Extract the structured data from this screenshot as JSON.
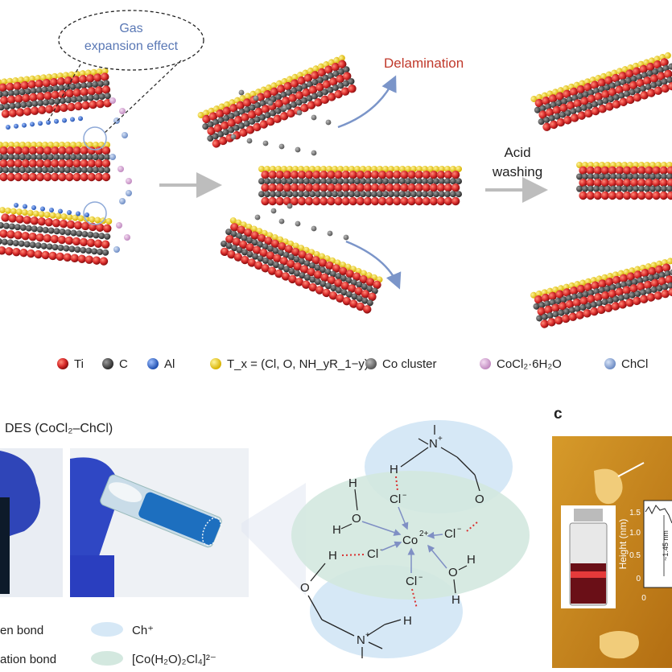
{
  "top": {
    "gas_label_line1": "Gas",
    "gas_label_line2": "expansion effect",
    "delamination": "Delamination",
    "acid_line1": "Acid",
    "acid_line2": "washing"
  },
  "legend": [
    {
      "label": "Ti",
      "color": "#d92b2b",
      "icon": "ti-atom-icon"
    },
    {
      "label": "C",
      "color": "#3a3a3a",
      "icon": "c-atom-icon"
    },
    {
      "label": "Al",
      "color": "#2f6bd6",
      "icon": "al-atom-icon"
    },
    {
      "label": "T_x = (Cl, O, NH_yR_1−y)",
      "color": "#f3d21c",
      "icon": "tx-atom-icon"
    },
    {
      "label": "Co cluster",
      "color": "#707070",
      "icon": "co-cluster-icon"
    },
    {
      "label": "CoCl₂·6H₂O",
      "color": "#d9a6d6",
      "icon": "cocl2-hydrate-icon"
    },
    {
      "label": "ChCl",
      "color": "#7f9fd3",
      "icon": "chcl-icon"
    }
  ],
  "panel_b": {
    "title": "DES (CoCl₂–ChCl)",
    "bond_labels": [
      "en bond",
      "ation bond"
    ],
    "region_labels": [
      "Ch⁺",
      "[Co(H₂O)₂Cl₄]²⁻"
    ]
  },
  "panel_c": {
    "letter": "c",
    "ylabel": "Height (nm)",
    "ticks": [
      "1.5",
      "1.0",
      "0.5",
      "0"
    ],
    "x0": "0",
    "annotation": "~1.45 nm"
  },
  "colors": {
    "ti": "#d92b2b",
    "c": "#3a3a3a",
    "tx": "#f3d21c",
    "arrow_grey": "#bdbdbd",
    "blue_arrow": "#7b95c9",
    "delam_red": "#c0392b",
    "ch_region": "#d6e8f6",
    "co_region": "#d3e8df",
    "afm": "#cc8a1e"
  }
}
